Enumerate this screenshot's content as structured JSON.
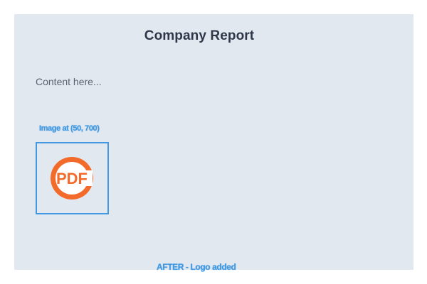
{
  "report": {
    "title": "Company Report",
    "content": "Content here..."
  },
  "image": {
    "caption": "Image at (50, 700)",
    "logo_text": "PDF",
    "logo_color": "#f26b2b"
  },
  "footer": {
    "caption": "AFTER - Logo added"
  },
  "colors": {
    "page_background": "#e2e8f0",
    "accent": "#4299e1",
    "title_text": "#2d3748"
  }
}
